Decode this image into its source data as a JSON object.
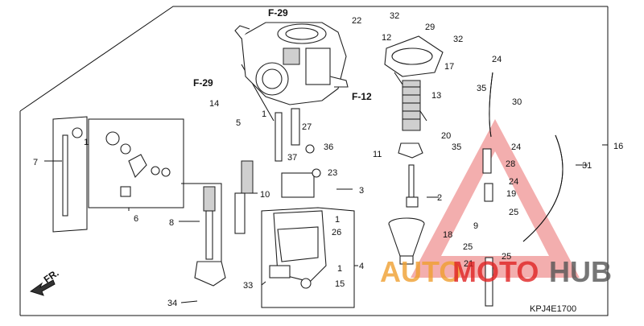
{
  "diagram": {
    "frame_ref": "F-29",
    "frame_ref_left": "F-29",
    "frame_ref_right": "F-12",
    "front_arrow": "FR.",
    "code": "KPJ4E1700",
    "part_labels": {
      "p1a": "1",
      "p1b": "1",
      "p1c": "1",
      "p1d": "1",
      "p2": "2",
      "p3": "3",
      "p4": "4",
      "p5": "5",
      "p6": "6",
      "p7": "7",
      "p8": "8",
      "p9": "9",
      "p10": "10",
      "p11": "11",
      "p12": "12",
      "p13": "13",
      "p14": "14",
      "p15": "15",
      "p16": "16",
      "p17": "17",
      "p18": "18",
      "p19": "19",
      "p20": "20",
      "p21": "21",
      "p22": "22",
      "p23": "23",
      "p24a": "24",
      "p24b": "24",
      "p24c": "24",
      "p25a": "25",
      "p25b": "25",
      "p25c": "25",
      "p26": "26",
      "p27": "27",
      "p28": "28",
      "p29": "29",
      "p30": "30",
      "p31": "31",
      "p32a": "32",
      "p32b": "32",
      "p33": "33",
      "p34": "34",
      "p35a": "35",
      "p35b": "35",
      "p36": "36",
      "p37": "37"
    }
  },
  "watermark": {
    "word_a": "AUTO",
    "word_b": "MOTO",
    "word_c": "HUB",
    "color_a": "#f0a030",
    "color_b": "#e02424",
    "color_c": "#555555"
  }
}
